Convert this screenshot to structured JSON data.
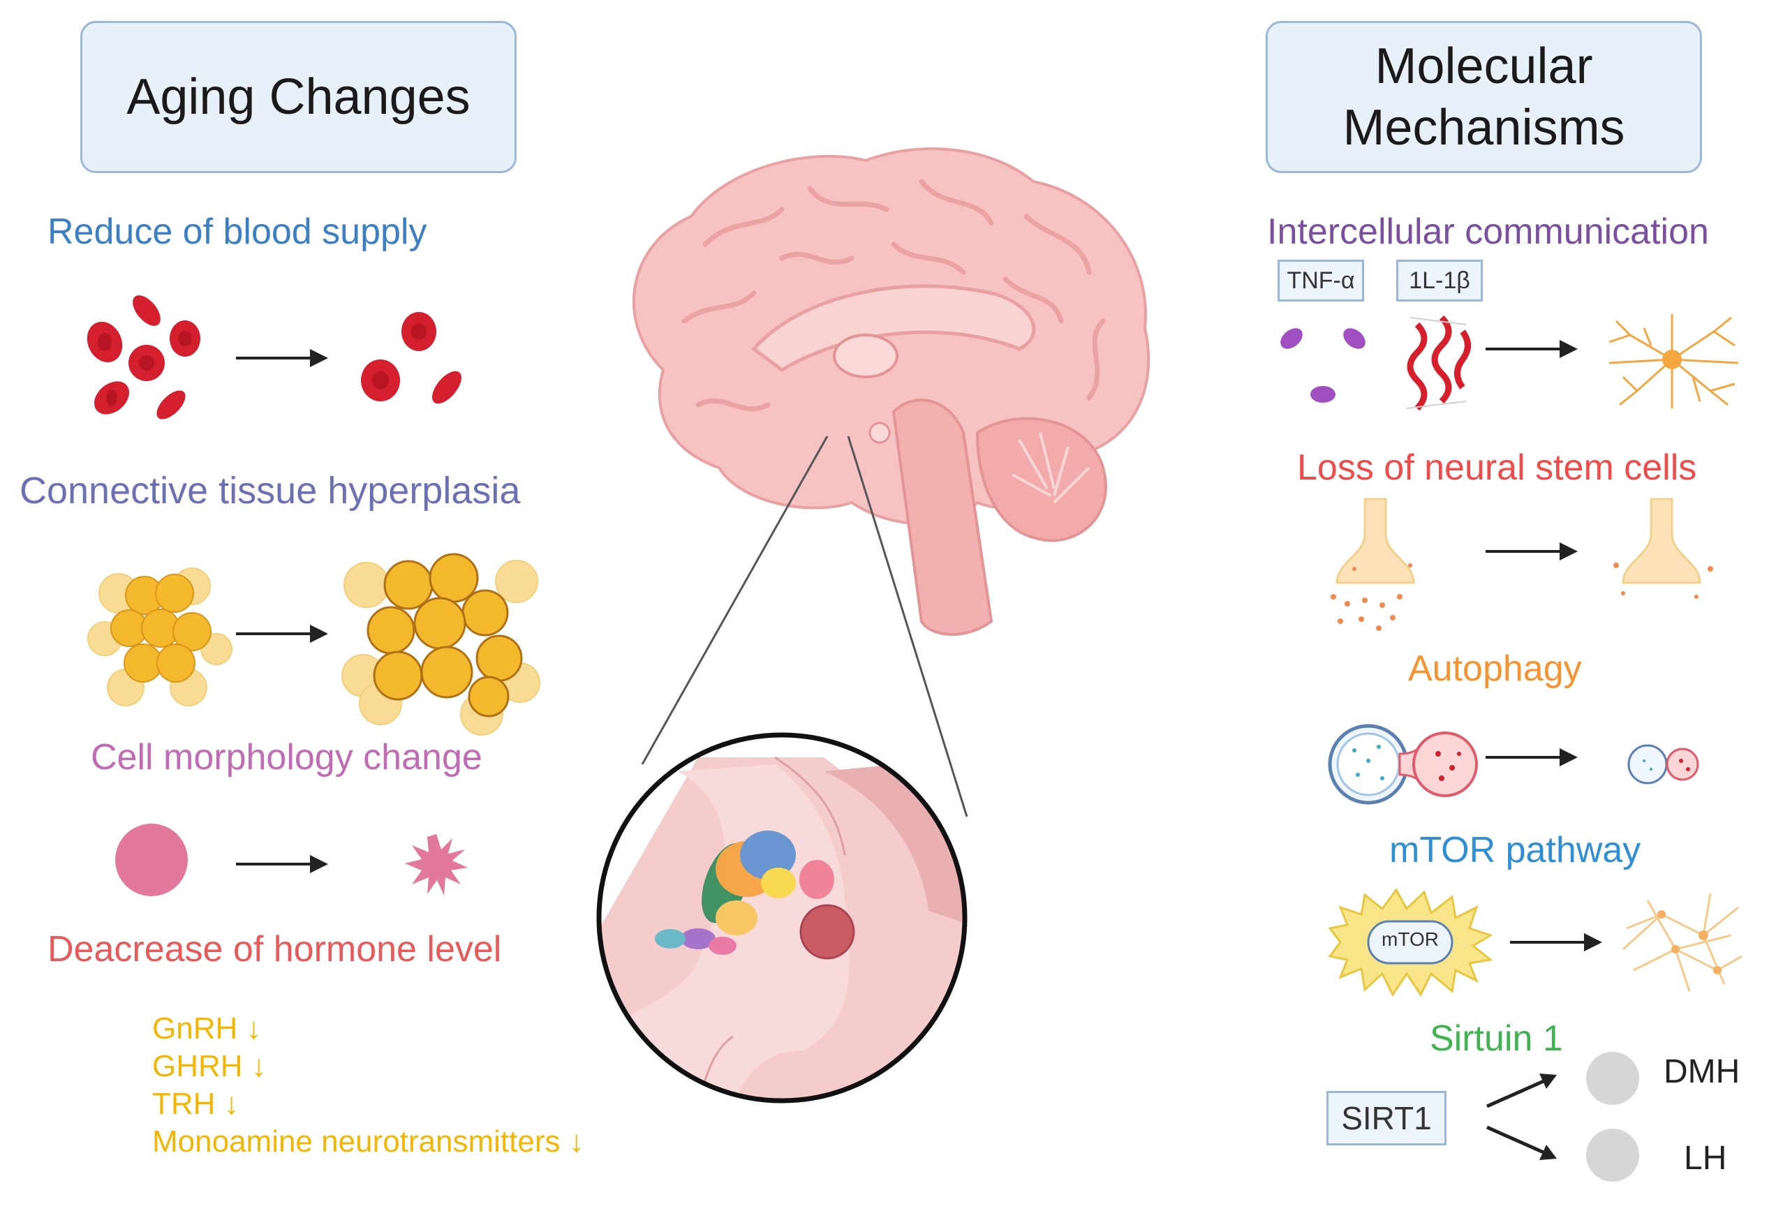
{
  "left": {
    "header": "Aging Changes",
    "sections": [
      {
        "label": "Reduce of blood supply",
        "color": "#3b7fc4"
      },
      {
        "label": "Connective tissue hyperplasia",
        "color": "#6b6fb3"
      },
      {
        "label": "Cell morphology change",
        "color": "#c16bb5"
      },
      {
        "label": "Deacrease of hormone level",
        "color": "#e85a5a"
      }
    ],
    "hormones": [
      "GnRH ↓",
      "GHRH ↓",
      "TRH ↓",
      "Monoamine neurotransmitters ↓"
    ]
  },
  "right": {
    "header_line1": "Molecular",
    "header_line2": "Mechanisms",
    "sections": [
      {
        "label": "Intercellular communication",
        "color": "#7a4fa0"
      },
      {
        "label": "Loss of neural stem cells",
        "color": "#ef4b4b"
      },
      {
        "label": "Autophagy",
        "color": "#f59331"
      },
      {
        "label": "mTOR pathway",
        "color": "#2f8fd6"
      },
      {
        "label": "Sirtuin 1",
        "color": "#3fb34f"
      }
    ],
    "cytokines": [
      "TNF-α",
      "1L-1β"
    ],
    "mtor_label": "mTOR",
    "sirt_box": "SIRT1",
    "targets": [
      "DMH",
      "LH"
    ]
  },
  "colors": {
    "brain": "#f6b8b8",
    "brain_dark": "#e89696",
    "blood": "#d41f2e",
    "fat": "#f5c04a",
    "cell": "#e2789a"
  }
}
